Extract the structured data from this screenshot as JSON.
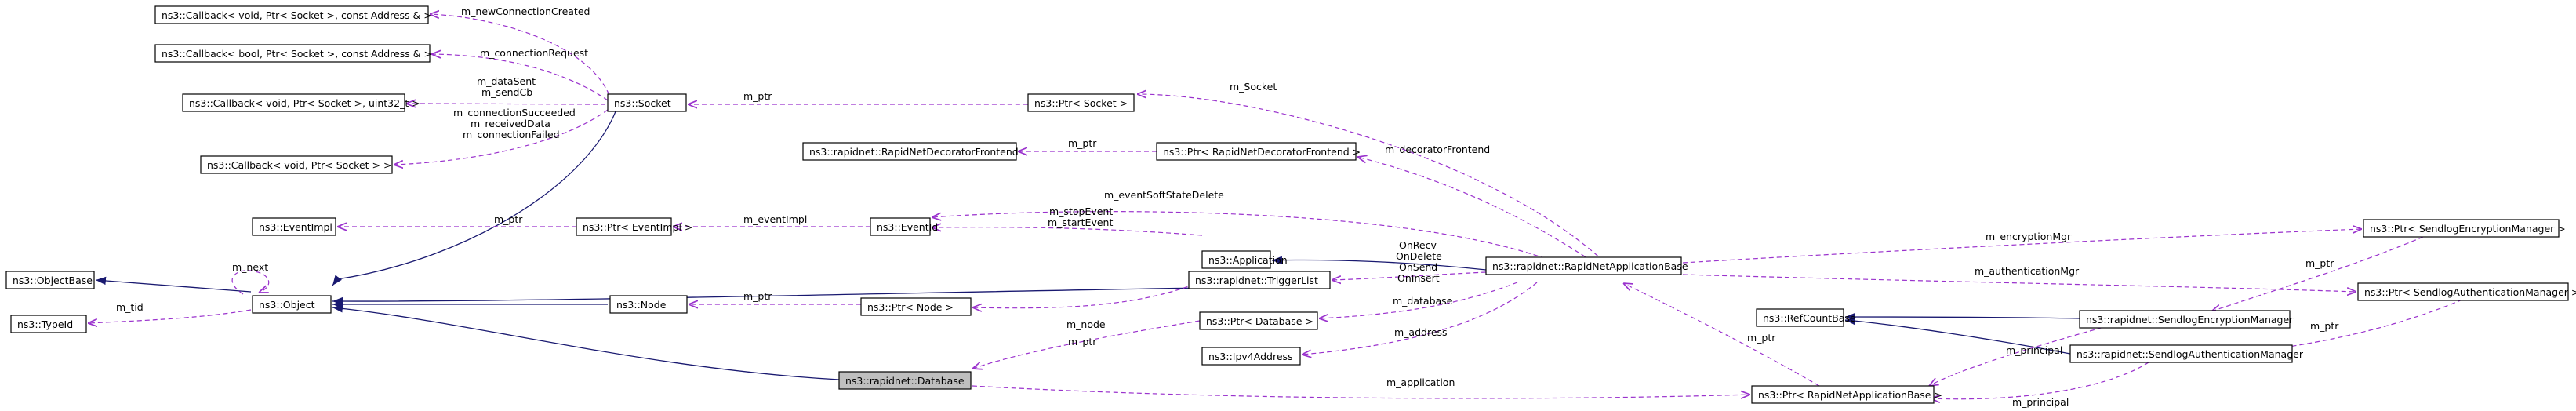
{
  "diagram": {
    "title": "",
    "nodes": {
      "cb_newconn": "ns3::Callback< void, Ptr< Socket >, const Address & >",
      "cb_connreq": "ns3::Callback< bool, Ptr< Socket >, const Address & >",
      "cb_datasent": "ns3::Callback< void, Ptr< Socket >, uint32_t >",
      "cb_conn": "ns3::Callback< void, Ptr< Socket > >",
      "socket": "ns3::Socket",
      "ptr_socket": "ns3::Ptr< Socket >",
      "decorator_frontend": "ns3::rapidnet::RapidNetDecoratorFrontend",
      "ptr_decorator": "ns3::Ptr< RapidNetDecoratorFrontend >",
      "eventimpl": "ns3::EventImpl",
      "ptr_eventimpl": "ns3::Ptr< EventImpl >",
      "eventid": "ns3::EventId",
      "application": "ns3::Application",
      "objectbase": "ns3::ObjectBase",
      "typeid": "ns3::TypeId",
      "object": "ns3::Object",
      "node": "ns3::Node",
      "ptr_node": "ns3::Ptr< Node >",
      "triggerlist": "ns3::rapidnet::TriggerList",
      "ptr_database": "ns3::Ptr< Database >",
      "ipv4address": "ns3::Ipv4Address",
      "database": "ns3::rapidnet::Database",
      "rapidnet_app": "ns3::rapidnet::RapidNetApplicationBase",
      "refcountbase": "ns3::RefCountBase",
      "enc_mgr": "ns3::rapidnet::SendlogEncryptionManager",
      "auth_mgr": "ns3::rapidnet::SendlogAuthenticationManager",
      "ptr_enc": "ns3::Ptr< SendlogEncryptionManager >",
      "ptr_auth": "ns3::Ptr< SendlogAuthenticationManager >",
      "ptr_rapidnet": "ns3::Ptr< RapidNetApplicationBase >"
    },
    "edge_labels": {
      "newconn": "m_newConnectionCreated",
      "connreq": "m_connectionRequest",
      "datasent": "m_dataSent\nm_sendCb",
      "conncb": "m_connectionSucceeded\nm_receivedData\nm_connectionFailed",
      "socket_ptr": "m_ptr",
      "m_socket": "m_Socket",
      "decorator_ptr": "m_ptr",
      "m_decorator": "m_decoratorFrontend",
      "eventimpl_ptr": "m_ptr",
      "m_eventimpl": "m_eventImpl",
      "m_softstate": "m_eventSoftStateDelete",
      "m_stopstart": "m_stopEvent\nm_startEvent",
      "m_next": "m_next",
      "m_tid": "m_tid",
      "node_ptr": "m_ptr",
      "m_node": "m_node",
      "triggers": "OnRecv\nOnDelete\nOnSend\nOnInsert",
      "m_database": "m_database",
      "database_ptr": "m_ptr",
      "m_address": "m_address",
      "m_application": "m_application",
      "m_encryptionmgr": "m_encryptionMgr",
      "m_authmgr": "m_authenticationMgr",
      "enc_ptr": "m_ptr",
      "auth_ptr": "m_ptr",
      "rapidnet_ptr": "m_ptr",
      "principal_enc": "m_principal",
      "principal_auth": "m_principal"
    }
  }
}
